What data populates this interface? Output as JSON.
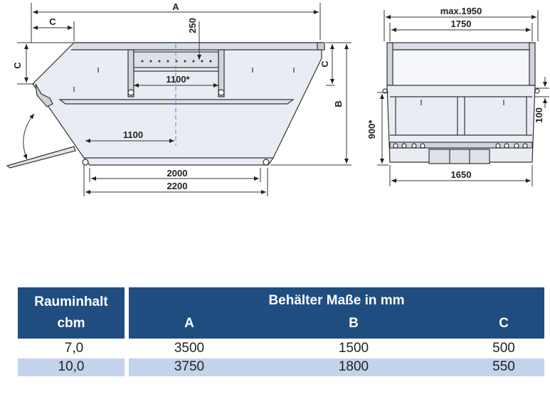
{
  "drawing": {
    "side": {
      "dim_A": "A",
      "dim_C_top": "C",
      "dim_C_left": "C",
      "dim_C_right": "C",
      "dim_B": "B",
      "dim_250": "250",
      "dim_1100_star": "1100*",
      "dim_1100": "1100",
      "dim_2000": "2000",
      "dim_2200": "2200"
    },
    "front": {
      "dim_max1950": "max.1950",
      "dim_1750": "1750",
      "dim_1650": "1650",
      "dim_900": "900*",
      "dim_100": "100"
    }
  },
  "table": {
    "header_left_line1": "Rauminhalt",
    "header_left_line2": "cbm",
    "header_title": "Behälter Maße in mm",
    "col_a": "A",
    "col_b": "B",
    "col_c": "C",
    "rows": [
      {
        "cbm": "7,0",
        "a": "3500",
        "b": "1500",
        "c": "500"
      },
      {
        "cbm": "10,0",
        "a": "3750",
        "b": "1800",
        "c": "550"
      }
    ]
  },
  "colors": {
    "header_bg": "#1f4d80",
    "row_alt_bg": "#c3d3ec",
    "container_fill": "#e9ecf2",
    "line": "#333333"
  }
}
